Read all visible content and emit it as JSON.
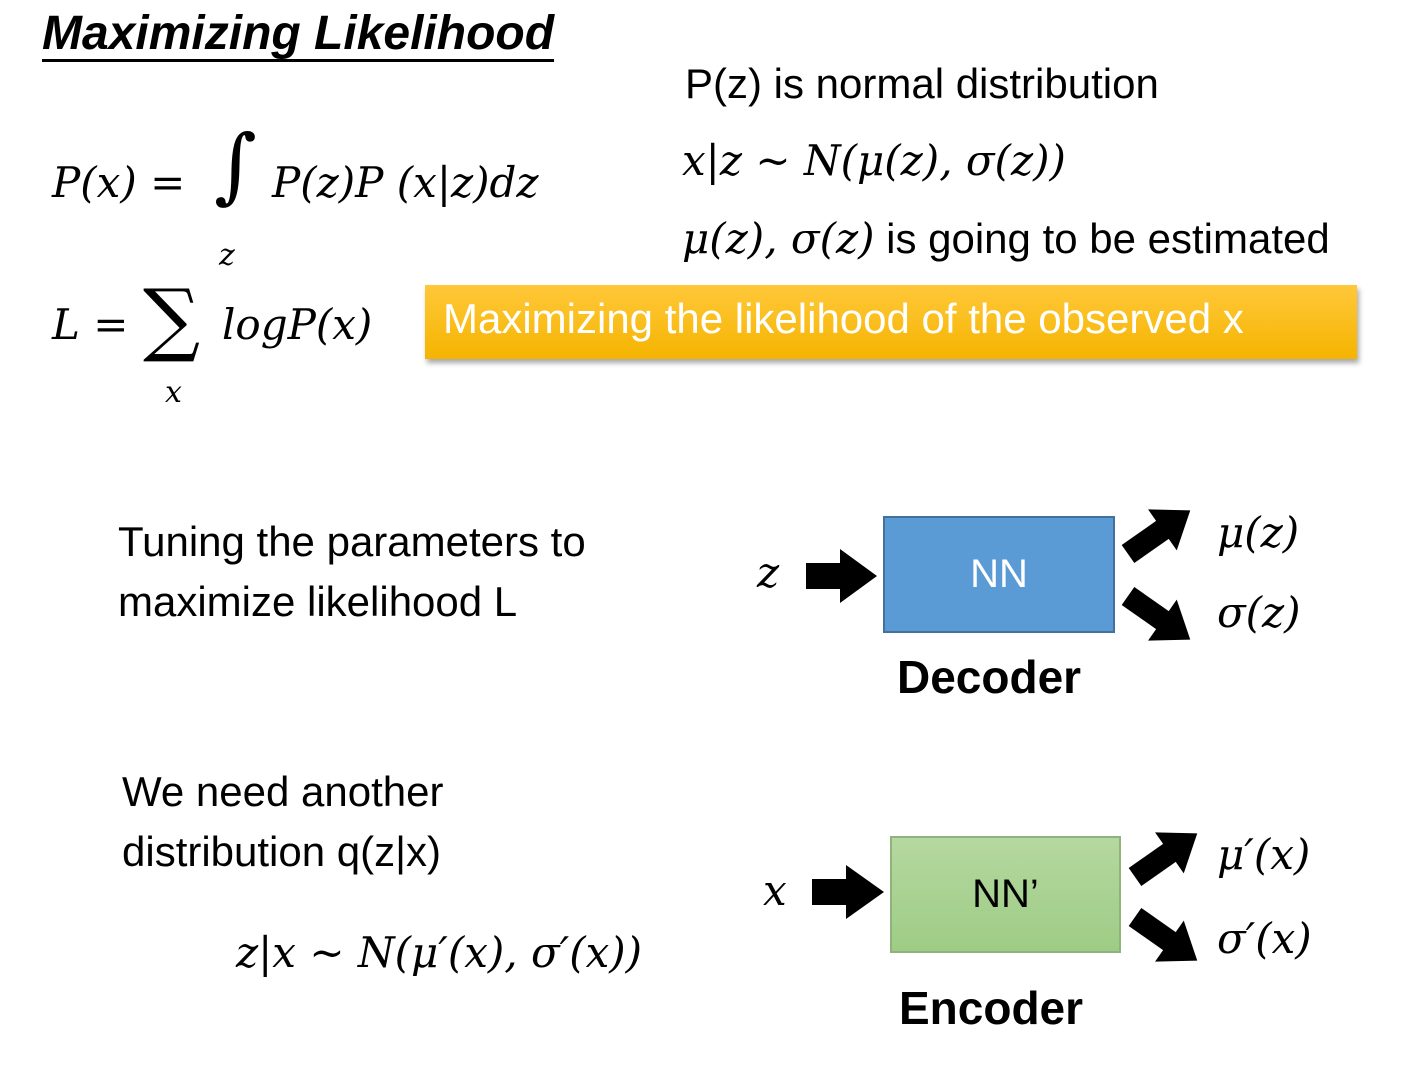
{
  "title": "Maximizing Likelihood",
  "formulas": {
    "px_lhs": "P(x) =",
    "integral": "∫",
    "integral_sub": "z",
    "px_rhs": "P(z)P (x|z)dz",
    "l_lhs": "L =",
    "sum": "∑",
    "sum_sub": "x",
    "l_rhs": "logP(x)"
  },
  "right_notes": {
    "line1": "P(z) is normal distribution",
    "line2": "x|z ~ N(μ(z), σ(z))",
    "line3_math": "μ(z), σ(z)",
    "line3_text": " is going to be estimated"
  },
  "highlight_text": "Maximizing the likelihood of the observed x",
  "decoder": {
    "desc_line1": "Tuning the parameters to",
    "desc_line2": "maximize likelihood L",
    "input": "z",
    "box_label": "NN",
    "output_mu": "μ(z)",
    "output_sigma": "σ(z)",
    "label": "Decoder",
    "box_color": "#5b9bd5"
  },
  "encoder": {
    "desc_line1": "We need another",
    "desc_line2": "distribution q(z|x)",
    "formula": "z|x ~ N(μ′(x), σ′(x))",
    "input": "x",
    "box_label": "NN’",
    "output_mu": "μ′(x)",
    "output_sigma": "σ′(x)",
    "label": "Encoder",
    "box_color": "#a9d18e"
  },
  "highlight_color": "#ffc000"
}
